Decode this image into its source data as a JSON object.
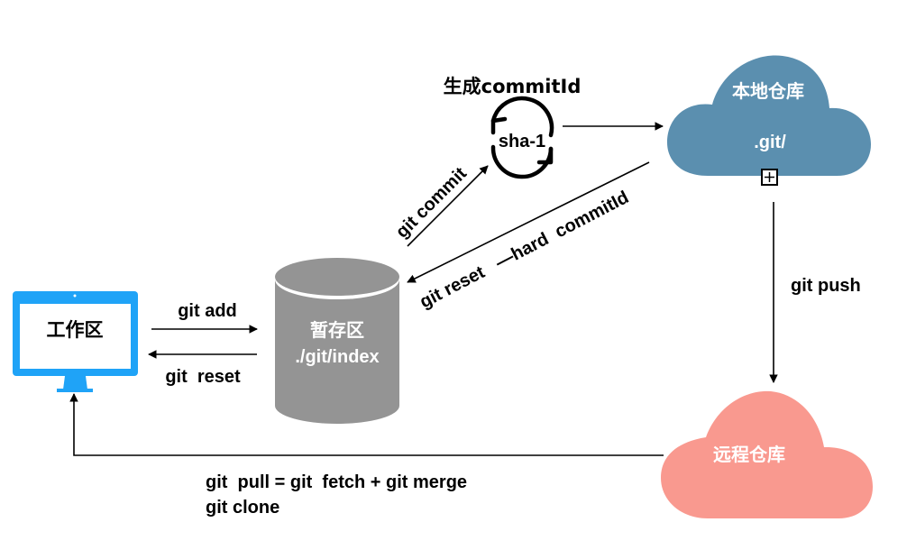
{
  "colors": {
    "workspace_blue": "#1fa3f7",
    "staging_gray": "#949494",
    "local_repo_blue": "#5b8faf",
    "remote_repo_pink": "#f9998f",
    "arrow": "#000000"
  },
  "nodes": {
    "workspace": {
      "title": "工作区",
      "icon": "monitor-icon"
    },
    "staging": {
      "title": "暂存区",
      "path": "./git/index",
      "icon": "cylinder-icon"
    },
    "hash": {
      "title": "生成commitId",
      "label": "sha-1",
      "icon": "refresh-cycle-icon"
    },
    "local_repo": {
      "title": "本地仓库",
      "path": ".git/",
      "icon": "cloud-icon",
      "expand_icon": "plus-box-icon"
    },
    "remote_repo": {
      "title": "远程仓库",
      "icon": "cloud-icon"
    }
  },
  "edges": {
    "git_add": "git add",
    "git_reset": "git  reset",
    "git_commit": "git commit",
    "git_reset_hard": "git reset   —hard  commitId",
    "git_push": "git push",
    "git_pull": "git  pull = git  fetch + git merge",
    "git_clone": "git clone"
  }
}
